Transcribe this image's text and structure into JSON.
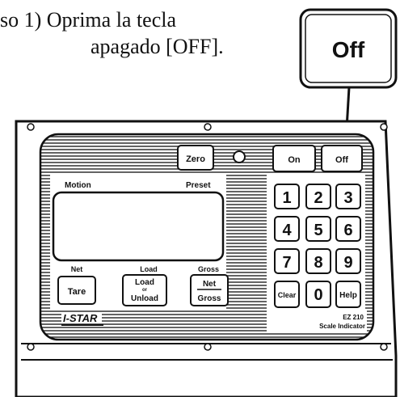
{
  "caption": {
    "line1": "so 1) Oprima la tecla",
    "line2": "apagado [OFF]."
  },
  "callout": {
    "label": "Off"
  },
  "panel": {
    "top_keys": {
      "zero": "Zero",
      "on": "On",
      "off": "Off"
    },
    "display_labels": {
      "left": "Motion",
      "right": "Preset"
    },
    "mode_labels": {
      "net": "Net",
      "load": "Load",
      "gross": "Gross"
    },
    "bottom_keys": {
      "tare": "Tare",
      "load_line1": "Load",
      "load_line2": "or",
      "load_line3": "Unload",
      "net_gross_top": "Net",
      "net_gross_bottom": "Gross"
    },
    "keypad": {
      "row1": [
        "1",
        "2",
        "3"
      ],
      "row2": [
        "4",
        "5",
        "6"
      ],
      "row3": [
        "7",
        "8",
        "9"
      ],
      "row4": [
        "Clear",
        "0",
        "Help"
      ]
    },
    "brand": "I-STAR",
    "model": "EZ 210",
    "model_sub": "Scale Indicator"
  }
}
